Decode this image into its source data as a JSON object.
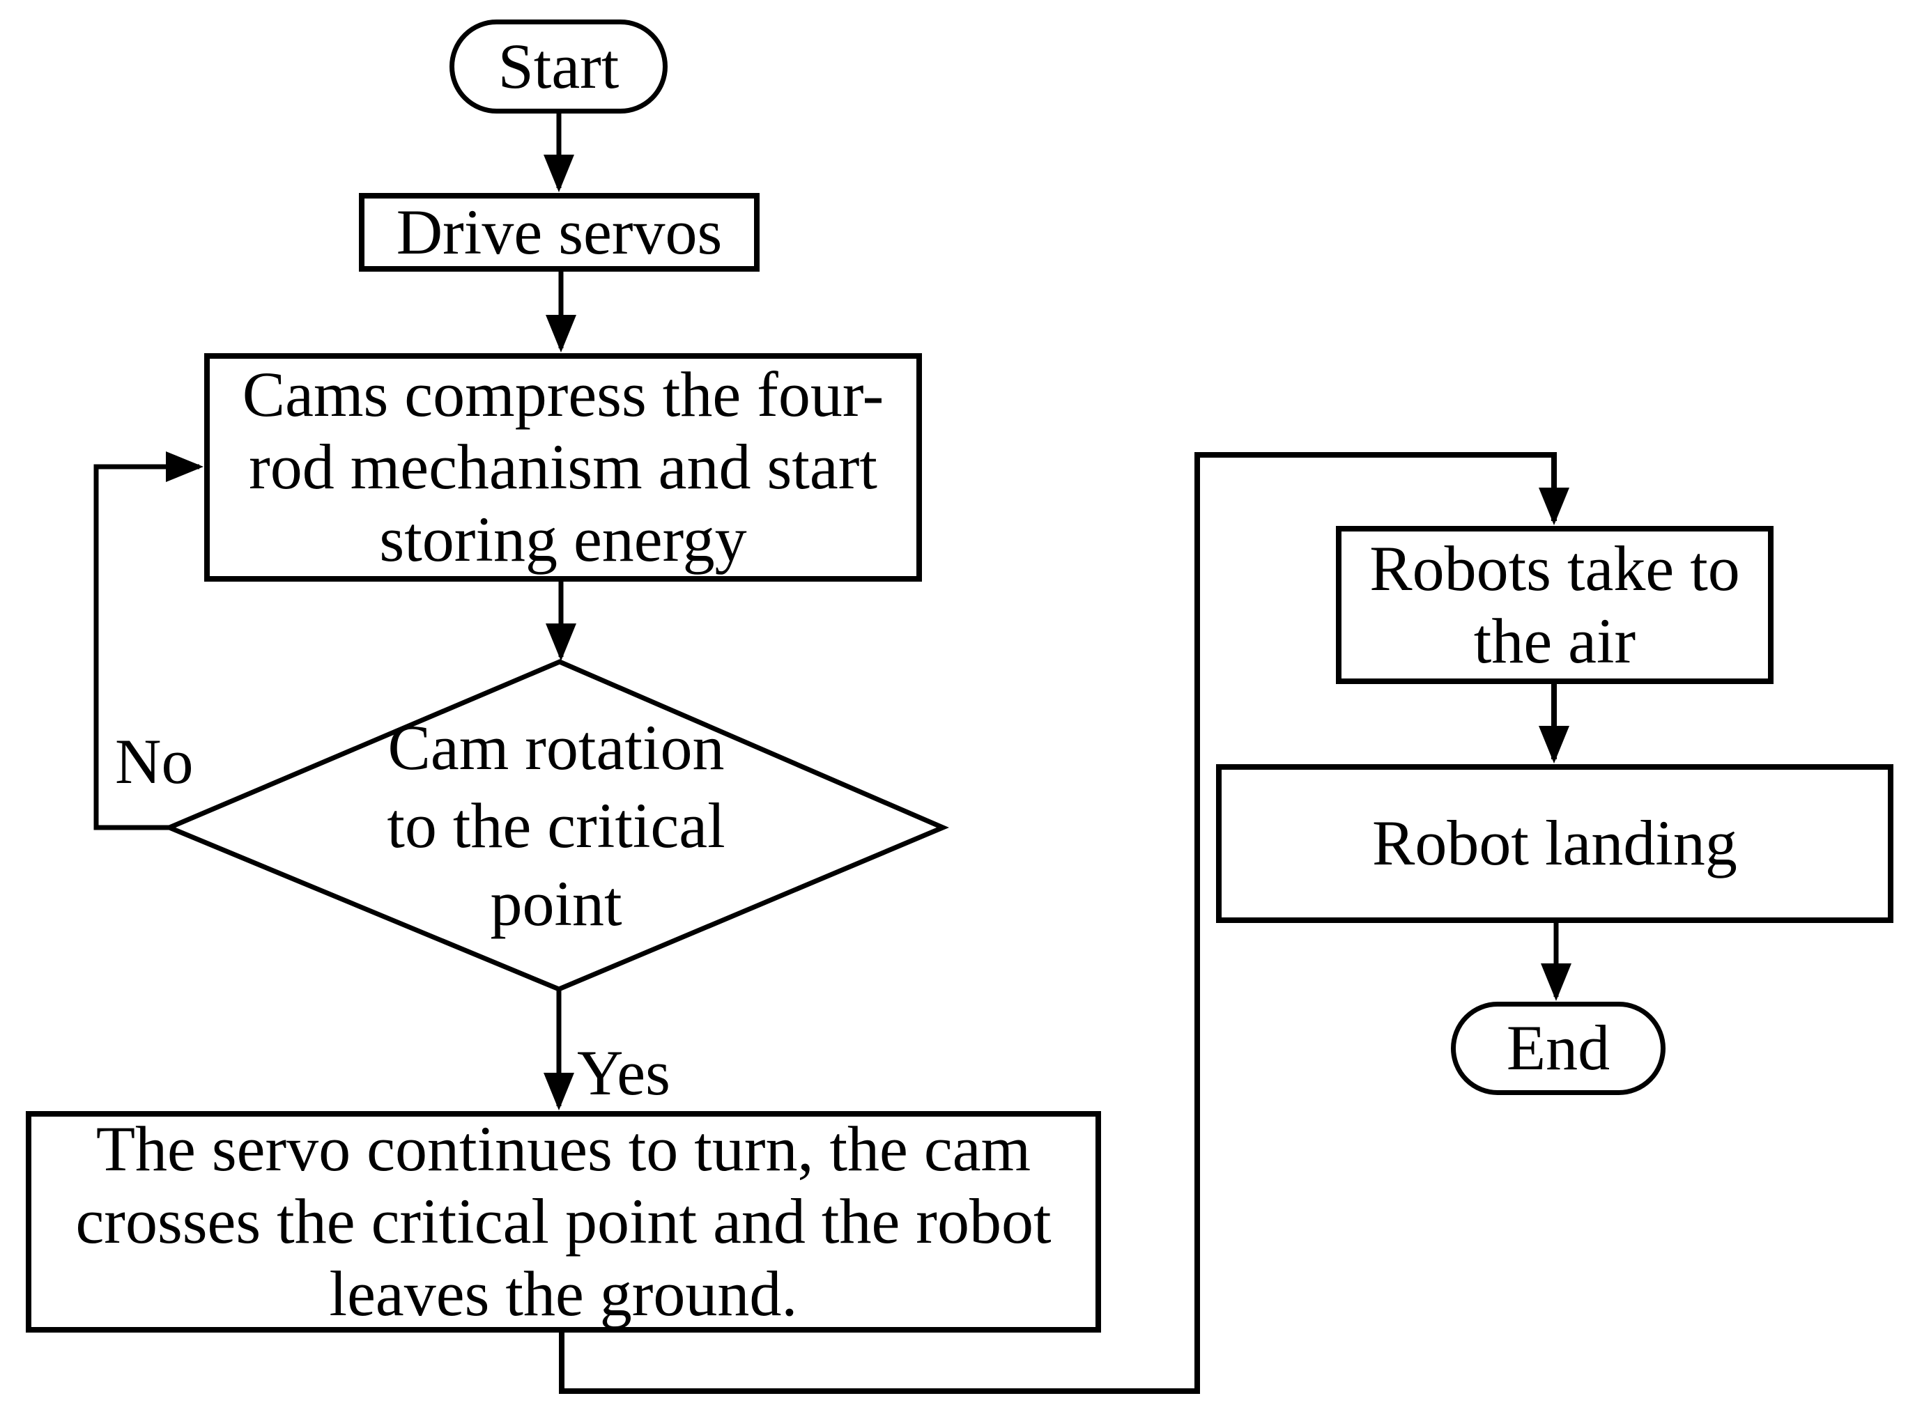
{
  "diagram": {
    "type": "flowchart",
    "colors": {
      "line": "#000000",
      "background": "#ffffff",
      "text": "#000000"
    },
    "nodes": {
      "start": {
        "type": "terminator",
        "label": "Start"
      },
      "drive_servos": {
        "type": "process",
        "label": "Drive servos"
      },
      "cams_compress": {
        "type": "process",
        "label": "Cams compress the four-\nrod mechanism and start\nstoring energy"
      },
      "cam_rotation_decision": {
        "type": "decision",
        "label": "Cam rotation\nto the critical\npoint"
      },
      "servo_continues": {
        "type": "process",
        "label": "The servo continues to turn, the cam\ncrosses the critical point and the robot\nleaves the ground."
      },
      "robots_take_air": {
        "type": "process",
        "label": "Robots take to\nthe air"
      },
      "robot_landing": {
        "type": "process",
        "label": "Robot landing"
      },
      "end": {
        "type": "terminator",
        "label": "End"
      }
    },
    "edges": [
      {
        "from": "start",
        "to": "drive_servos",
        "label": ""
      },
      {
        "from": "drive_servos",
        "to": "cams_compress",
        "label": ""
      },
      {
        "from": "cams_compress",
        "to": "cam_rotation_decision",
        "label": ""
      },
      {
        "from": "cam_rotation_decision",
        "to": "cams_compress",
        "label": "No"
      },
      {
        "from": "cam_rotation_decision",
        "to": "servo_continues",
        "label": "Yes"
      },
      {
        "from": "servo_continues",
        "to": "robots_take_air",
        "label": ""
      },
      {
        "from": "robots_take_air",
        "to": "robot_landing",
        "label": ""
      },
      {
        "from": "robot_landing",
        "to": "end",
        "label": ""
      }
    ]
  }
}
